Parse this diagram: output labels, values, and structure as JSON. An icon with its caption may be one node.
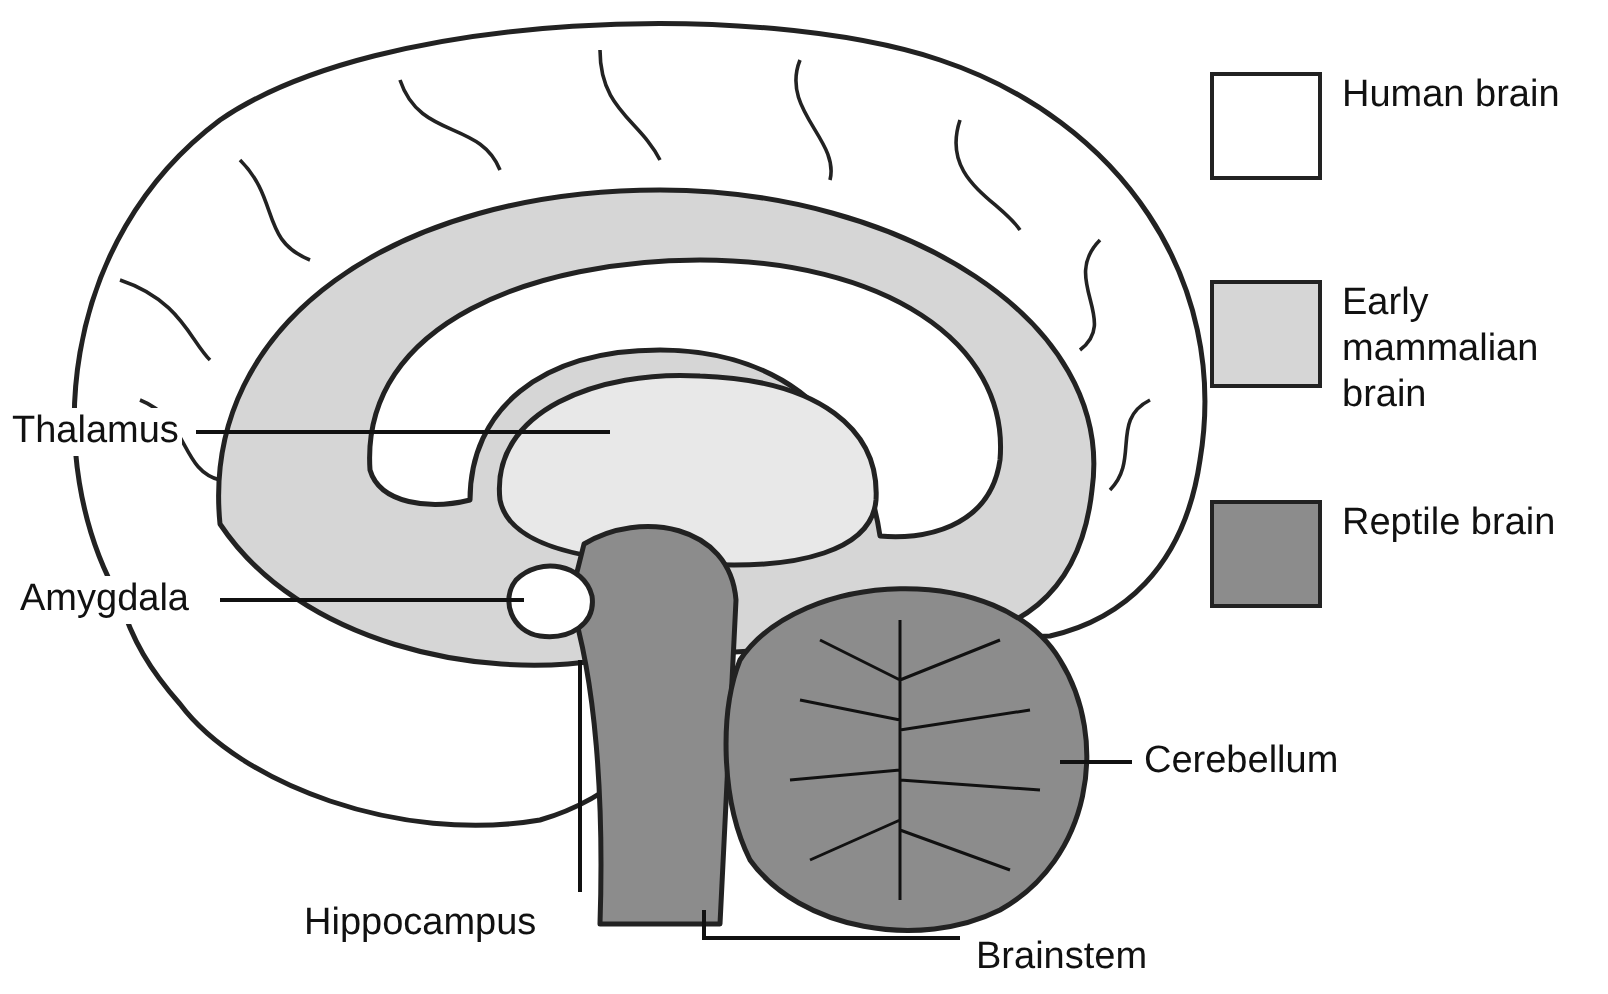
{
  "diagram": {
    "nodes": [
      {
        "text": [
          "Thalamus"
        ]
      },
      {
        "text": [
          "Amygdala"
        ]
      },
      {
        "text": [
          "Hippocampus"
        ]
      },
      {
        "text": [
          "Cerebellum"
        ]
      },
      {
        "text": [
          "Brainstem"
        ]
      }
    ],
    "edges": [
      {
        "from": 0,
        "to": null,
        "arrow": "none"
      },
      {
        "from": 1,
        "to": null,
        "arrow": "none"
      },
      {
        "from": 2,
        "to": null,
        "arrow": "none"
      },
      {
        "from": 3,
        "to": null,
        "arrow": "none"
      },
      {
        "from": 4,
        "to": null,
        "arrow": "none"
      }
    ],
    "legend": [
      {
        "text": "Human brain",
        "color": "#ffffff"
      },
      {
        "text": "Early mammalian brain",
        "color": "#d6d6d6"
      },
      {
        "text": "Reptile brain",
        "color": "#8c8c8c"
      }
    ]
  }
}
